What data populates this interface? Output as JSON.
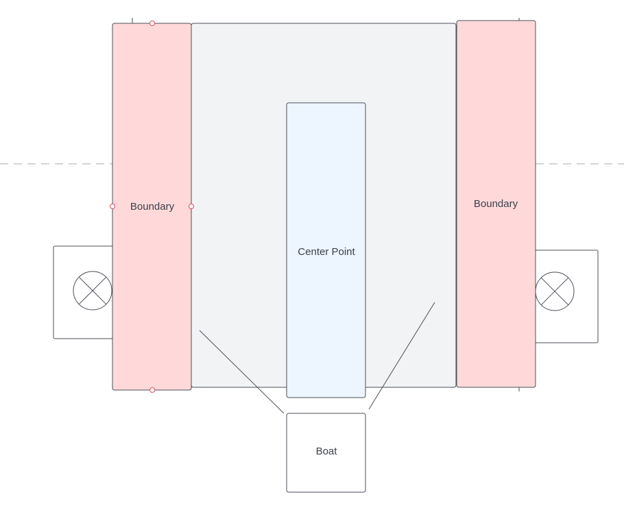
{
  "diagram": {
    "left_boundary": {
      "label": "Boundary"
    },
    "right_boundary": {
      "label": "Boundary"
    },
    "center_point": {
      "label": "Center Point"
    },
    "boat": {
      "label": "Boat"
    }
  },
  "colors": {
    "boundary_fill": "#ffd9da",
    "field_fill": "#f1f3f5",
    "center_fill": "#edf5fe",
    "stroke": "#4a4f57",
    "guide": "#d3d5d8",
    "handle": "#e0485a"
  }
}
